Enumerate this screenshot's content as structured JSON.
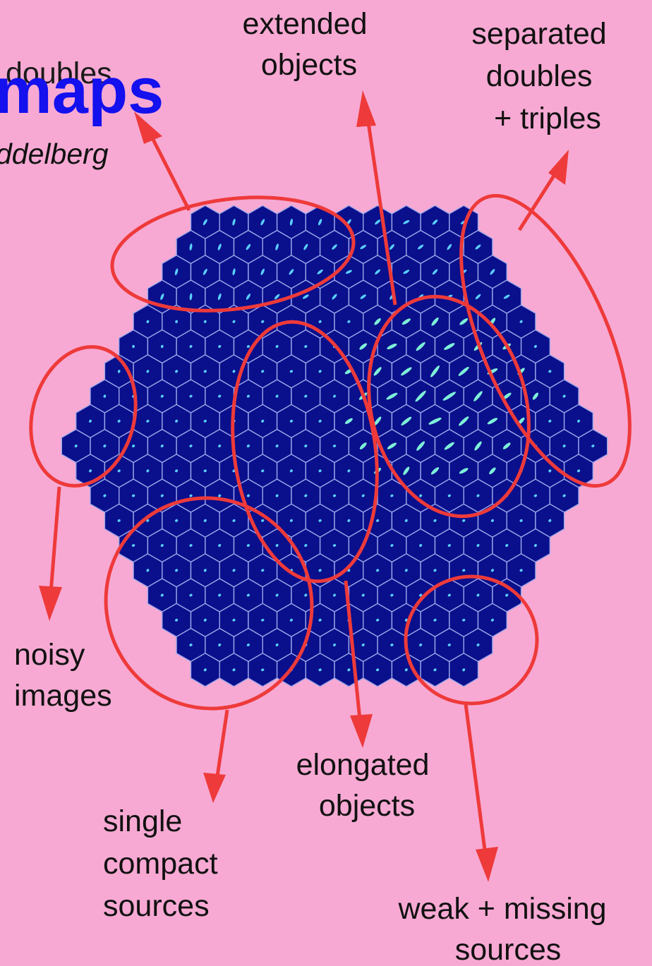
{
  "slide": {
    "title": "maps",
    "subtitle": "ddelberg",
    "overlapped_word": "doubles"
  },
  "colors": {
    "background": "#f7a9d3",
    "map_cell": "#0a0f8c",
    "cell_border": "#9aa6e8",
    "annotation": "#ee3a3a",
    "title": "#1410ee"
  },
  "labels": {
    "extended": [
      "extended",
      "objects"
    ],
    "separated": [
      "separated",
      "doubles",
      "+ triples"
    ],
    "noisy": [
      "noisy",
      "images"
    ],
    "single": [
      "single",
      "compact",
      "sources"
    ],
    "elongated": [
      "elongated",
      "objects"
    ],
    "weak": [
      "weak + missing",
      "sources"
    ]
  }
}
